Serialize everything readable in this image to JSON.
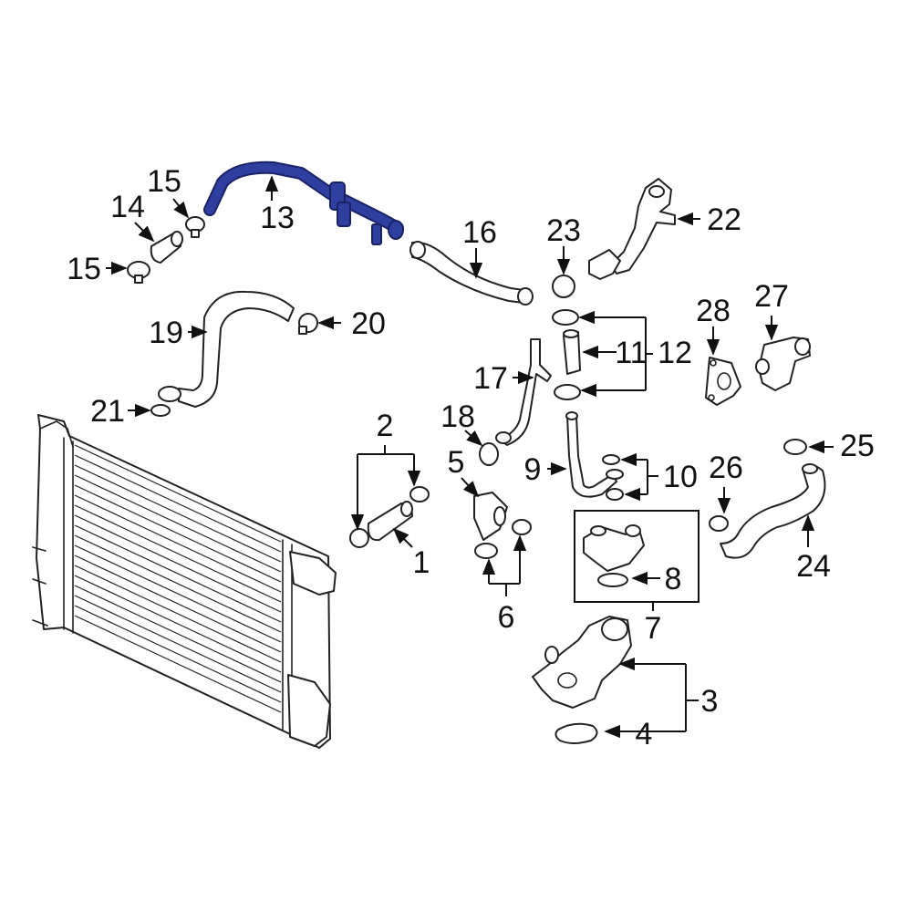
{
  "colors": {
    "highlight_part": "#2f3f9f",
    "highlight_outline": "#1a2266",
    "line_art": "#222222",
    "background": "#ffffff"
  },
  "highlighted_callout": "13",
  "callouts": [
    {
      "id": "c1",
      "text": "1"
    },
    {
      "id": "c2",
      "text": "2"
    },
    {
      "id": "c3",
      "text": "3"
    },
    {
      "id": "c4",
      "text": "4"
    },
    {
      "id": "c5",
      "text": "5"
    },
    {
      "id": "c6",
      "text": "6"
    },
    {
      "id": "c7",
      "text": "7"
    },
    {
      "id": "c8",
      "text": "8"
    },
    {
      "id": "c9",
      "text": "9"
    },
    {
      "id": "c10",
      "text": "10"
    },
    {
      "id": "c11",
      "text": "11"
    },
    {
      "id": "c12",
      "text": "12"
    },
    {
      "id": "c13",
      "text": "13"
    },
    {
      "id": "c14",
      "text": "14"
    },
    {
      "id": "c15a",
      "text": "15"
    },
    {
      "id": "c15b",
      "text": "15"
    },
    {
      "id": "c16",
      "text": "16"
    },
    {
      "id": "c17",
      "text": "17"
    },
    {
      "id": "c18",
      "text": "18"
    },
    {
      "id": "c19",
      "text": "19"
    },
    {
      "id": "c20",
      "text": "20"
    },
    {
      "id": "c21",
      "text": "21"
    },
    {
      "id": "c22",
      "text": "22"
    },
    {
      "id": "c23",
      "text": "23"
    },
    {
      "id": "c24",
      "text": "24"
    },
    {
      "id": "c25",
      "text": "25"
    },
    {
      "id": "c26",
      "text": "26"
    },
    {
      "id": "c27",
      "text": "27"
    },
    {
      "id": "c28",
      "text": "28"
    }
  ]
}
